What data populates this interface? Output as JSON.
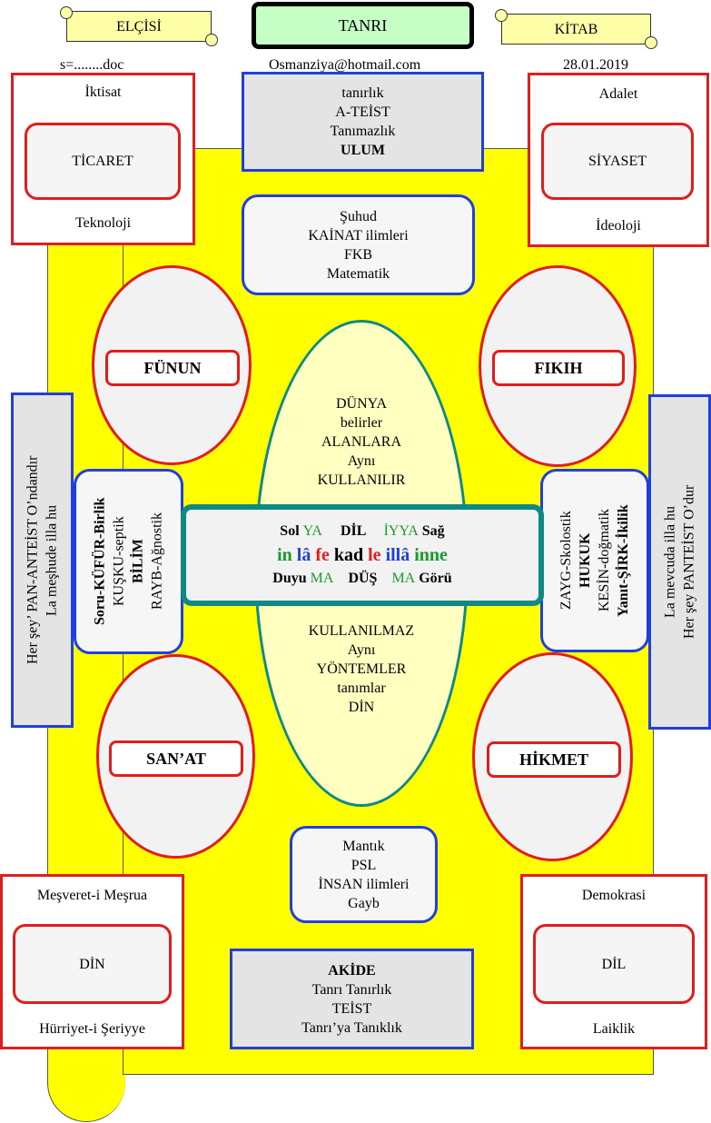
{
  "header": {
    "left_banner": "ELÇİSİ",
    "center_title": "TANRI",
    "right_banner": "KİTAB",
    "left_note": "s=........doc",
    "center_note": "Osmanziya@hotmail.com",
    "right_note": "28.01.2019"
  },
  "corners": {
    "top_left": {
      "top": "İktisat",
      "inner": "TİCARET",
      "bottom": "Teknoloji"
    },
    "top_right": {
      "top": "Adalet",
      "inner": "SİYASET",
      "bottom": "İdeoloji"
    },
    "bottom_left": {
      "top": "Meşveret-i Meşrua",
      "inner": "DİN",
      "bottom": "Hürriyet-i Şeriyye"
    },
    "bottom_right": {
      "top": "Demokrasi",
      "inner": "DİL",
      "bottom": "Laiklik"
    }
  },
  "top_box": {
    "l1": "tanırlık",
    "l2": "A-TEİST",
    "l3": "Tanımazlık",
    "l4": "ULUM"
  },
  "upper_mid_box": {
    "l1": "Şuhud",
    "l2": "KAİNAT ilimleri",
    "l3": "FKB",
    "l4": "Matematik"
  },
  "lower_mid_box": {
    "l1": "Mantık",
    "l2": "PSL",
    "l3": "İNSAN ilimleri",
    "l4": "Gayb"
  },
  "bottom_box": {
    "l1": "AKİDE",
    "l2": "Tanrı Tanırlık",
    "l3": "TEİST",
    "l4": "Tanrı’ya Tanıklık"
  },
  "ellipses": {
    "top_left": "FÜNUN",
    "top_right": "FIKIH",
    "bottom_left": "SAN’AT",
    "bottom_right": "HİKMET"
  },
  "center_ellipse": {
    "top": [
      "DÜNYA",
      "belirler",
      "ALANLARA",
      "Aynı",
      "KULLANILIR"
    ],
    "bottom": [
      "KULLANILMAZ",
      "Aynı",
      "YÖNTEMLER",
      "tanımlar",
      "DİN"
    ]
  },
  "center_box": {
    "row1": {
      "a": "Sol",
      "b": "YA",
      "c": "DİL",
      "d": "İYYA",
      "e": "Sağ"
    },
    "row2": {
      "a": "in",
      "b": "lâ",
      "c": "fe",
      "d": "kad",
      "e": "le",
      "f": "illâ",
      "g": "inne"
    },
    "row3": {
      "a": "Duyu",
      "b": "MA",
      "c": "DÜŞ",
      "d": "MA",
      "e": "Görü"
    }
  },
  "left_side_box": {
    "l1": "Soru-KÜFÜR-Birlik",
    "l2": "KUŞKU-septik",
    "l3": "BİLİM",
    "l4": "RAYB-Ağnostik"
  },
  "right_side_box": {
    "l1": "ZAYG-Skolostik",
    "l2": "HUKUK",
    "l3": "KESİN-doğmatik",
    "l4": "Yanıt-ŞİRK-İkilik"
  },
  "far_left": {
    "l1": "Her şey’ PAN-ANTEİST O’ndandır",
    "l2": "La meşhude illa hu"
  },
  "far_right": {
    "l1": "La mevcuda illa hu",
    "l2": "Her şey PANTEİST O’dur"
  },
  "colors": {
    "red": "#e31c1c",
    "blue": "#1f3fe0",
    "green": "#1a9a2a",
    "teal": "#0e8a84",
    "yellow": "#ffff00"
  }
}
